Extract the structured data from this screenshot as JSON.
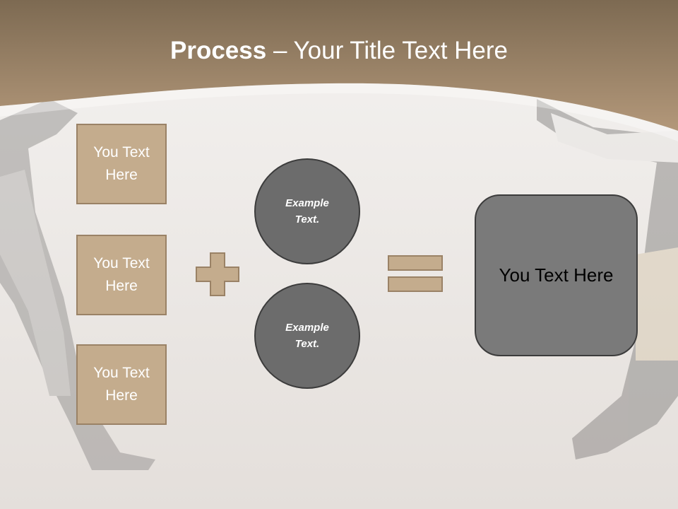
{
  "title": {
    "bold": "Process",
    "rest": " – Your Title Text Here"
  },
  "left_boxes": [
    {
      "label": "You Text Here"
    },
    {
      "label": "You Text Here"
    },
    {
      "label": "You Text Here"
    }
  ],
  "circles": [
    {
      "label": "Example Text."
    },
    {
      "label": "Example Text."
    }
  ],
  "result": {
    "label": "You Text Here"
  },
  "colors": {
    "header": "#a78b6a",
    "box_fill": "#c4ac8d",
    "circle_fill": "#6c6c6c",
    "result_fill": "#7a7a7a"
  }
}
